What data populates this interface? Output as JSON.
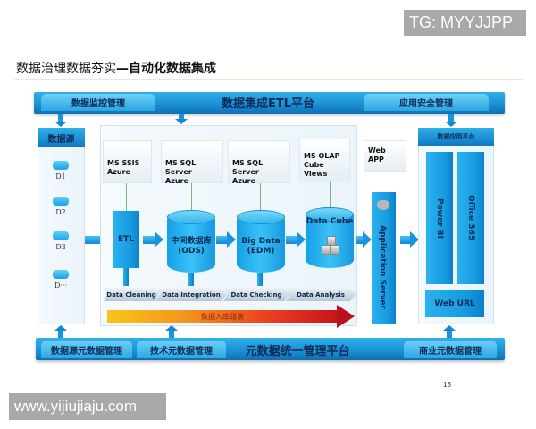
{
  "watermarks": {
    "top_right": "TG: MYYJJPP",
    "bottom_left": "www.yijiujiaju.com"
  },
  "slide": {
    "title_normal": "数据治理数据夯实",
    "title_bold": "—自动化数据集成",
    "page_number": "13"
  },
  "top_bar": {
    "left_tab": "数据监控管理",
    "title": "数据集成ETL平台",
    "right_tab": "应用安全管理"
  },
  "bottom_bar": {
    "tab1": "数据源元数据管理",
    "tab2": "技术元数据管理",
    "title": "元数据统一管理平台",
    "tab3": "商业元数据管理"
  },
  "data_sources": {
    "header": "数据源",
    "items": [
      {
        "label": "D1",
        "icon": "database-icon"
      },
      {
        "label": "D2",
        "icon": "database-icon"
      },
      {
        "label": "D3",
        "icon": "database-icon"
      },
      {
        "label": "D···",
        "icon": "database-icon"
      }
    ]
  },
  "etl_platform": {
    "sources": [
      {
        "line1": "MS SSIS",
        "line2": "Azure"
      },
      {
        "line1": "MS SQL Server",
        "line2": "Azure"
      },
      {
        "line1": "MS SQL Server",
        "line2": "Azure"
      },
      {
        "line1": "MS OLAP",
        "line2": "Cube Views"
      }
    ],
    "nodes": {
      "etl": "ETL",
      "ods_line1": "中间数据库",
      "ods_line2": "(ODS)",
      "edm_line1": "Big Data",
      "edm_line2": "(EDM)",
      "cube": "Data Cube"
    },
    "stages": [
      "Data Cleaning",
      "Data Integration",
      "Data Checking",
      "Data Analysis"
    ],
    "flow_label": "数据入库路演"
  },
  "web_app": {
    "line1": "Web",
    "line2": "APP"
  },
  "app_server": {
    "label": "Application Server"
  },
  "app_platform": {
    "header": "数据应用平台",
    "power_bi": "Power BI",
    "office": "Office 365",
    "web_url": "Web URL"
  },
  "colors": {
    "primary_blue": "#1a95db",
    "dark_text": "#0b2a55",
    "flow_start": "#f8c51a",
    "flow_end": "#c8141c",
    "watermark_bg": "#a9a9a9"
  }
}
